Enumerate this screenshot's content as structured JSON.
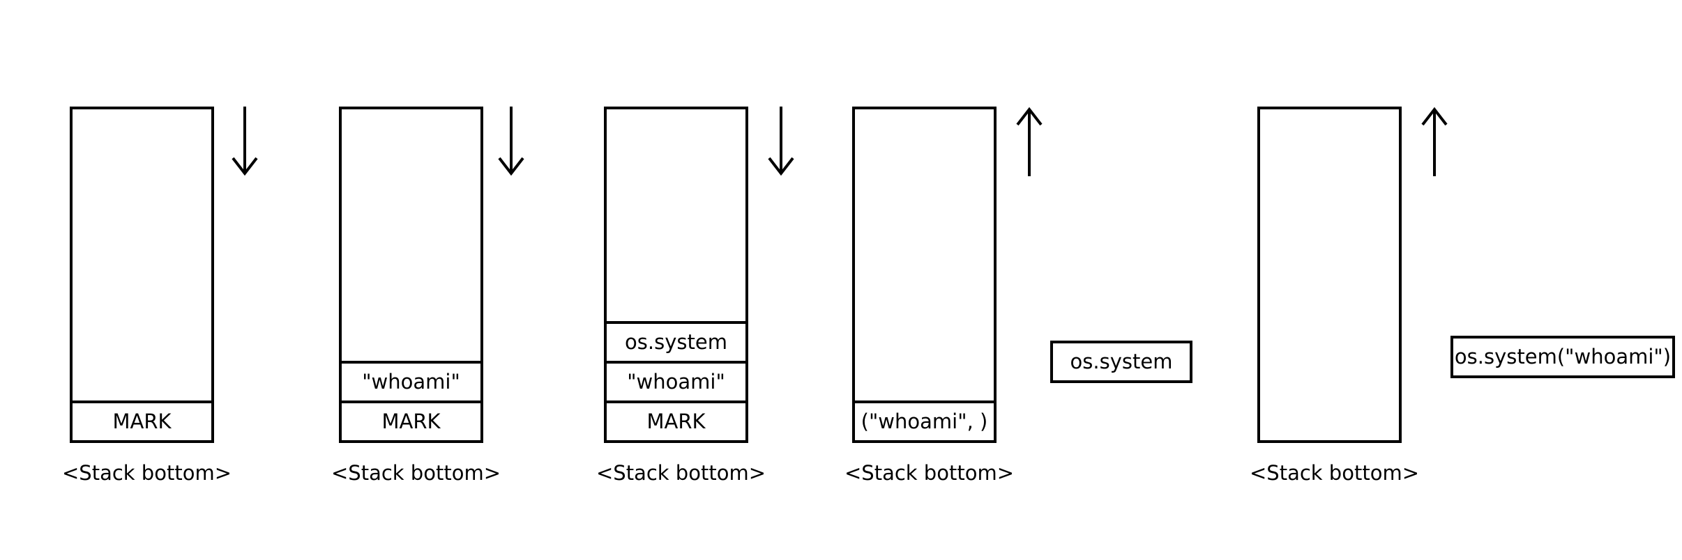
{
  "stacks": [
    {
      "cells": [
        "MARK"
      ],
      "bottom_label": "<Stack bottom>",
      "arrow": "down"
    },
    {
      "cells": [
        "MARK",
        "\"whoami\""
      ],
      "bottom_label": "<Stack bottom>",
      "arrow": "down"
    },
    {
      "cells": [
        "MARK",
        "\"whoami\"",
        "os.system"
      ],
      "bottom_label": "<Stack bottom>",
      "arrow": "down"
    },
    {
      "cells": [
        "(\"whoami\", )"
      ],
      "bottom_label": "<Stack bottom>",
      "arrow": "up",
      "side_box": "os.system"
    },
    {
      "cells": [],
      "bottom_label": "<Stack bottom>",
      "arrow": "up",
      "side_box": "os.system(\"whoami\")"
    }
  ]
}
